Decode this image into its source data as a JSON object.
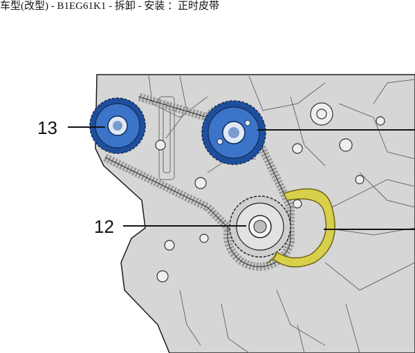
{
  "header": {
    "title": "车型(改型) - B1EG61K1 - 拆卸 - 安装 ：正时皮带"
  },
  "figure": {
    "callouts": [
      "13",
      "12"
    ],
    "colors": {
      "engine_gray": "#d6d6d6",
      "line": "#1a1a1a",
      "pulley_blue": "#3b74c8",
      "pulley_blue_dark": "#1f4f9c",
      "tool_yellow": "#d8cf4a",
      "background": "#ffffff"
    }
  }
}
